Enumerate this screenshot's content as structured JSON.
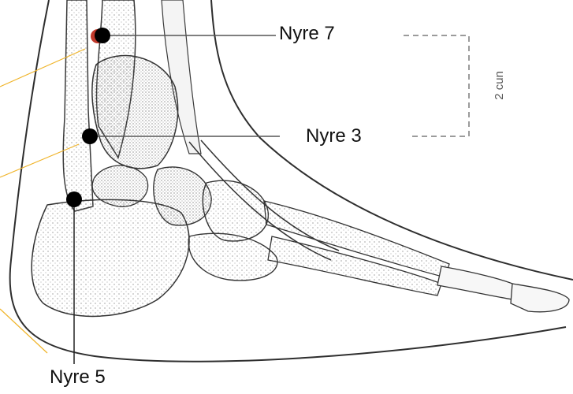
{
  "labels": {
    "nyre7": "Nyre 7",
    "nyre3": "Nyre 3",
    "nyre5": "Nyre 5"
  },
  "measurement": "2 cun",
  "colors": {
    "point": "#000000",
    "point_highlight": "#c0392b",
    "leader_line": "#555555",
    "meridian_line": "#f0b429",
    "bone_outline": "#3a3a3a",
    "bracket": "#7a7a7a"
  }
}
